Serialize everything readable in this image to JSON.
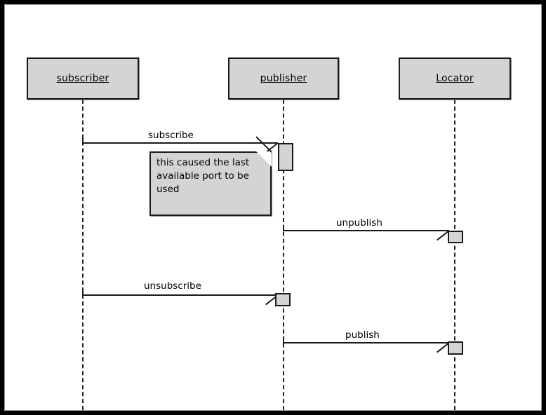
{
  "diagram": {
    "kind": "uml-sequence-diagram",
    "background_color": "#ffffff",
    "frame_color": "#000000",
    "box_fill_color": "#d4d4d4",
    "line_color": "#1a1a1a",
    "participants": [
      {
        "id": "subscriber",
        "label": "subscriber"
      },
      {
        "id": "publisher",
        "label": "publisher"
      },
      {
        "id": "locator",
        "label": "Locator"
      }
    ],
    "messages": [
      {
        "id": "m1",
        "label": "subscribe",
        "from": "subscriber",
        "to": "publisher"
      },
      {
        "id": "m2",
        "label": "unpublish",
        "from": "publisher",
        "to": "locator"
      },
      {
        "id": "m3",
        "label": "unsubscribe",
        "from": "subscriber",
        "to": "publisher"
      },
      {
        "id": "m4",
        "label": "publish",
        "from": "publisher",
        "to": "locator"
      }
    ],
    "notes": [
      {
        "id": "n1",
        "text": "this caused the last\navailable port  to be\nused",
        "attached_to": "m1"
      }
    ]
  }
}
